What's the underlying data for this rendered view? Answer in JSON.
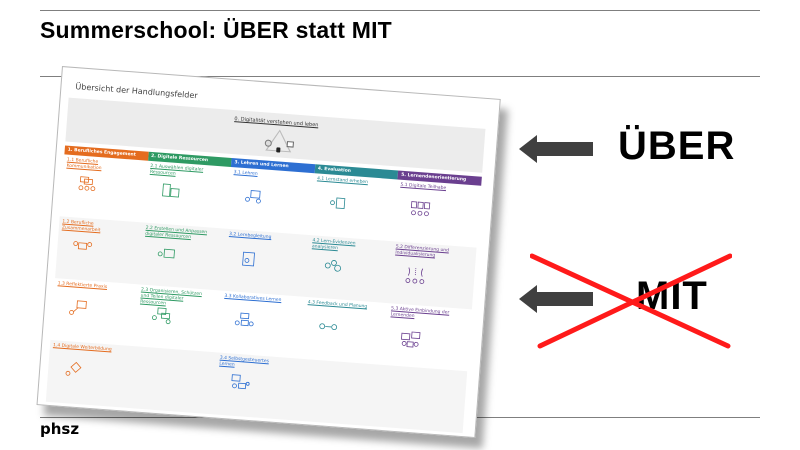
{
  "slide": {
    "title": "Summerschool: ÜBER statt MIT",
    "footer": "phsz"
  },
  "document": {
    "title": "Übersicht der Handlungsfelder",
    "top_section": "0. Digitalität verstehen und leben",
    "columns": [
      {
        "label": "1. Berufliches Engagement",
        "color": "#e46c1f"
      },
      {
        "label": "2. Digitale Ressourcen",
        "color": "#2e9a63"
      },
      {
        "label": "3. Lehren und Lernen",
        "color": "#2d6fd2"
      },
      {
        "label": "4. Evaluation",
        "color": "#2b8a94"
      },
      {
        "label": "5. Lernendenorientierung",
        "color": "#6a3f8f"
      }
    ],
    "rows": [
      [
        "1.1 Berufliche Kommunikation",
        "2.1 Auswählen digitaler Ressourcen",
        "3.1 Lehren",
        "4.1 Lernstand erheben",
        "5.1 Digitale Teilhabe"
      ],
      [
        "1.2 Berufliche Zusammenarbeit",
        "2.2 Erstellen und Anpassen digitaler Ressourcen",
        "3.2 Lernbegleitung",
        "4.2 Lern-Evidenzen analysieren",
        "5.2 Differenzierung und Individualisierung"
      ],
      [
        "1.3 Reflektierte Praxis",
        "2.3 Organisieren, Schützen und Teilen digitaler Ressourcen",
        "3.3 Kollaboratives Lernen",
        "4.3 Feedback und Planung",
        "5.3 Aktive Einbindung der Lernenden"
      ],
      [
        "1.4 Digitale Weiterbildung",
        "",
        "3.4 Selbstgesteuertes Lernen",
        "",
        ""
      ]
    ]
  },
  "labels": {
    "over": "ÜBER",
    "with": "MIT"
  },
  "colors": {
    "arrow": "#404040",
    "cross": "#ff1a1a",
    "rule": "#7f7f7f"
  }
}
